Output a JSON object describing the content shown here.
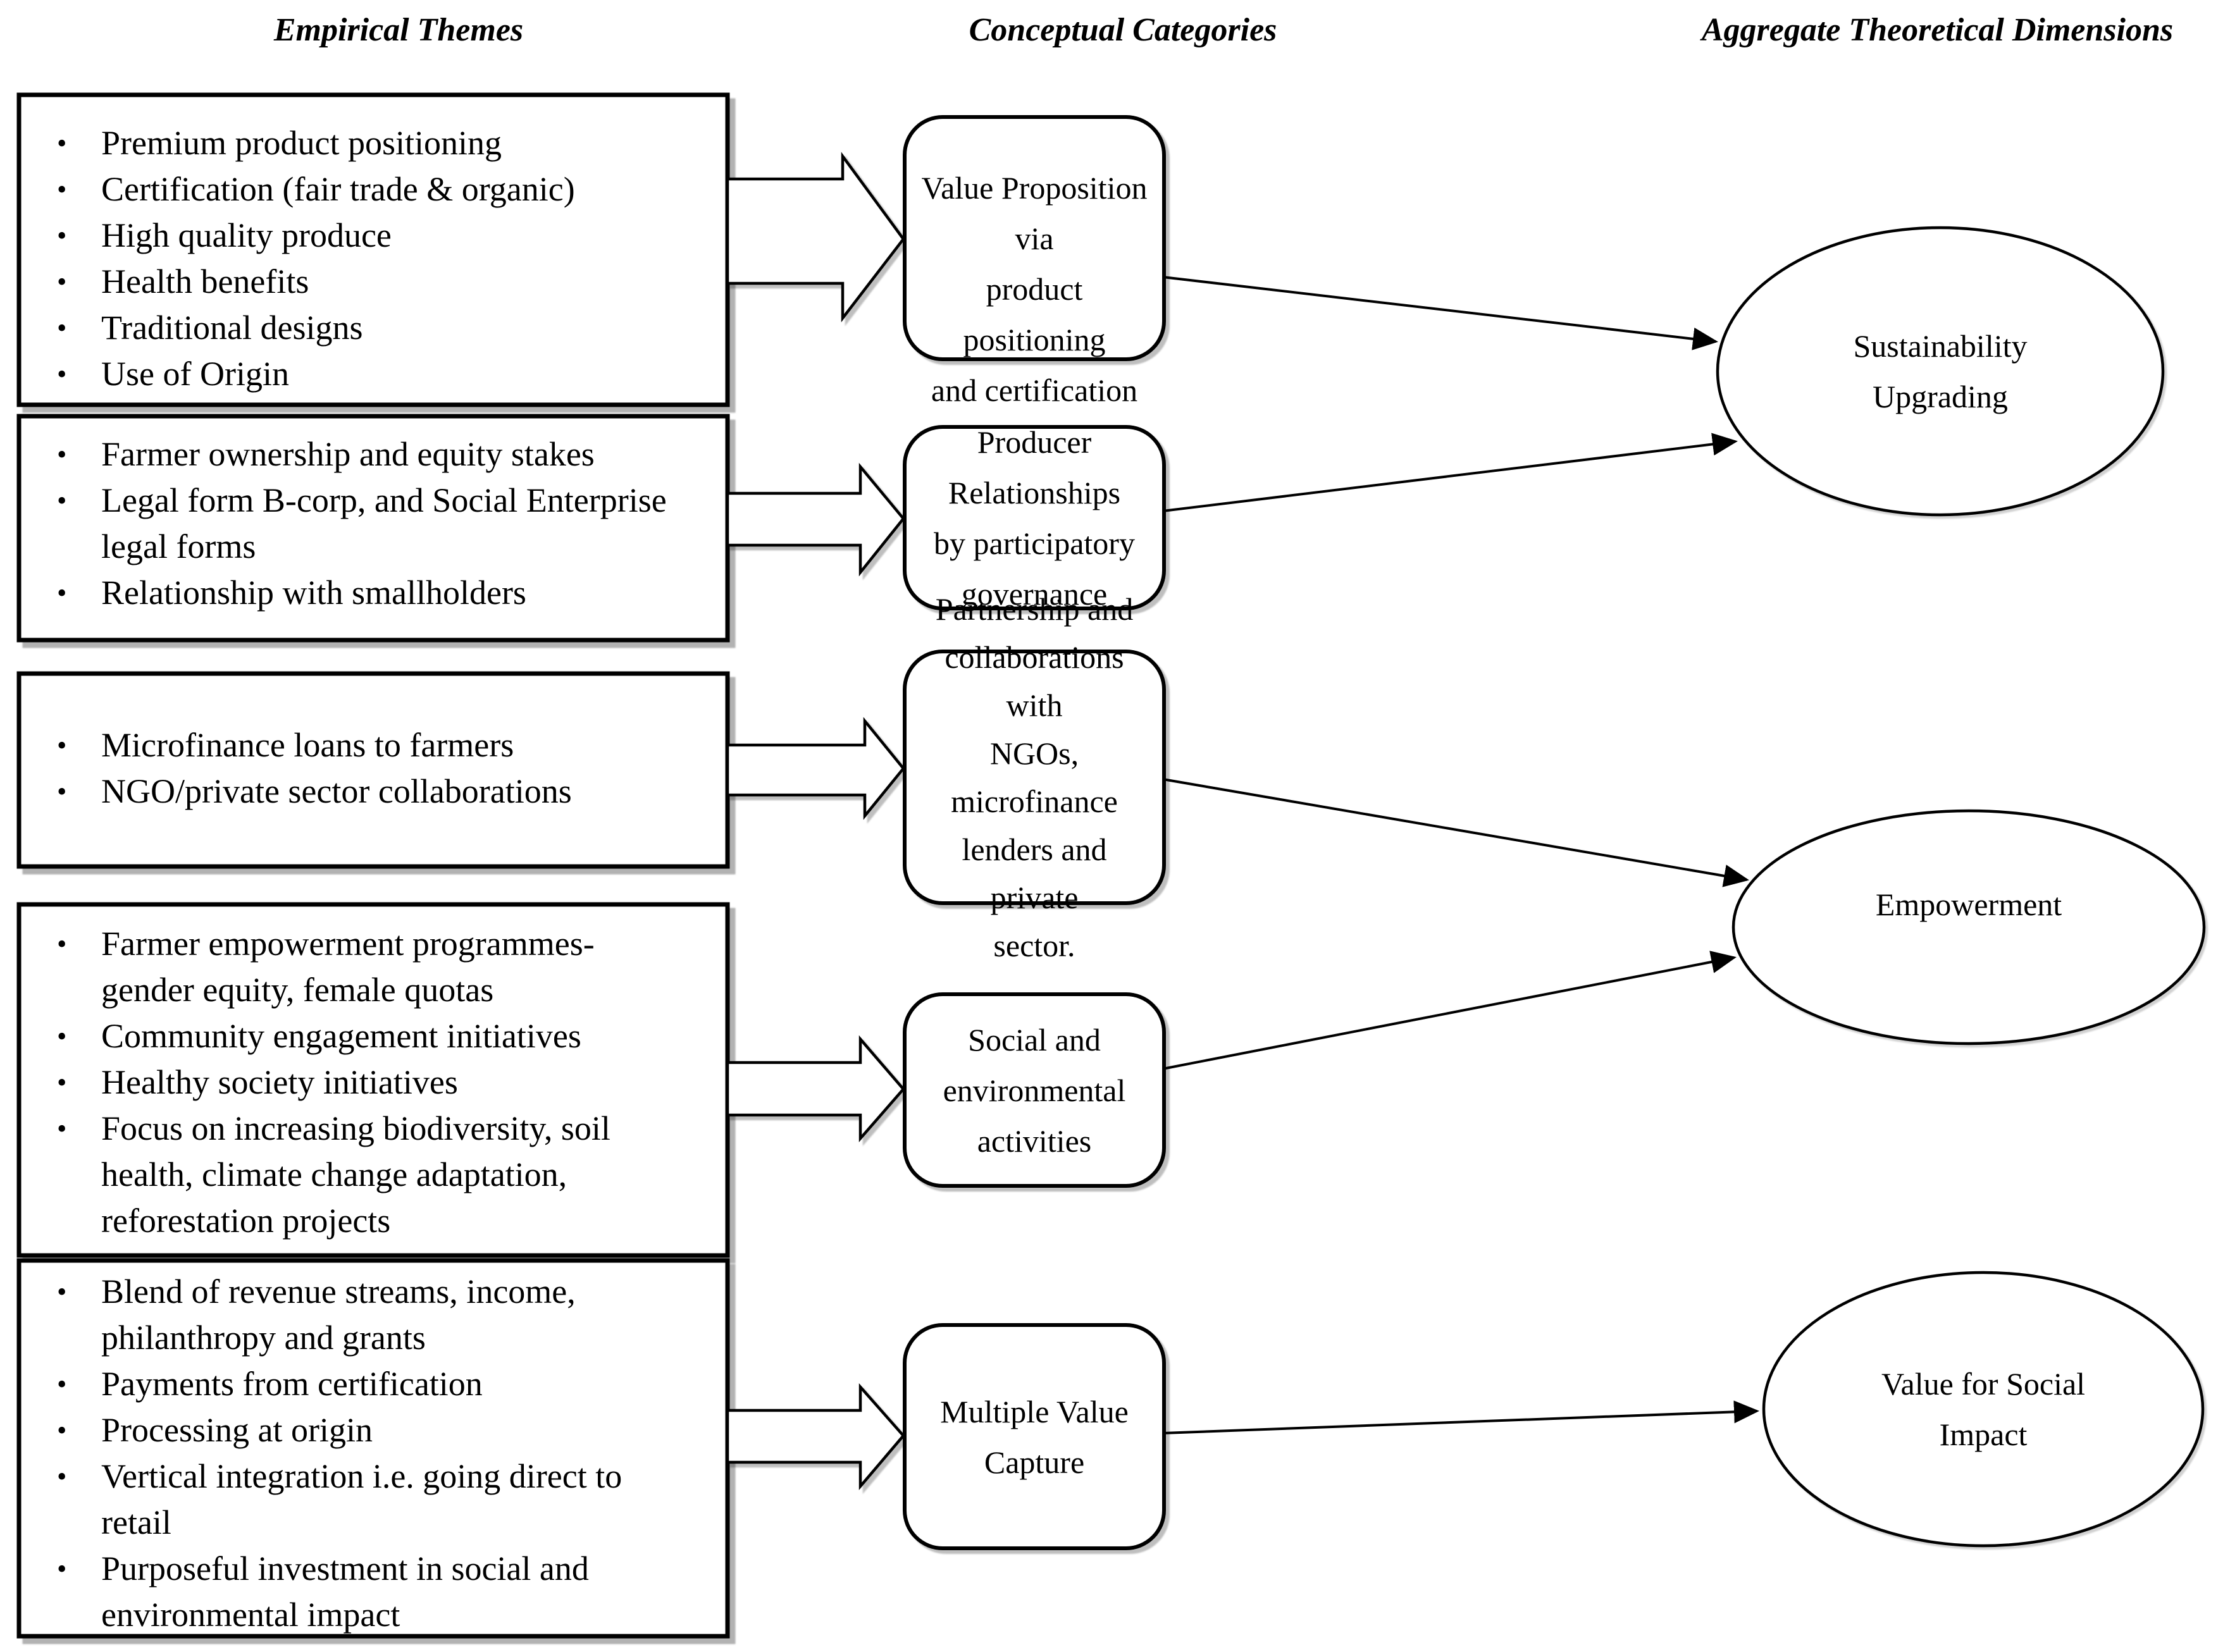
{
  "headers": [
    "Empirical Themes",
    "Conceptual Categories",
    "Aggregate Theoretical Dimensions"
  ],
  "theme_boxes": [
    {
      "items": [
        [
          "Premium product positioning"
        ],
        [
          "Certification (fair trade & organic)"
        ],
        [
          "High quality produce"
        ],
        [
          "Health benefits"
        ],
        [
          "Traditional designs"
        ],
        [
          "Use of Origin"
        ]
      ]
    },
    {
      "items": [
        [
          "Farmer ownership and equity stakes"
        ],
        [
          "Legal form B-corp, and Social Enterprise",
          "legal forms"
        ],
        [
          "Relationship with smallholders"
        ]
      ]
    },
    {
      "items": [
        [
          "Microfinance loans to farmers"
        ],
        [
          "NGO/private sector collaborations"
        ]
      ]
    },
    {
      "items": [
        [
          "Farmer empowerment programmes-",
          "gender equity,  female quotas"
        ],
        [
          "Community  engagement initiatives"
        ],
        [
          "Healthy society initiatives"
        ],
        [
          "Focus on increasing biodiversity,  soil",
          "health,  climate change adaptation,",
          "reforestation projects"
        ]
      ]
    },
    {
      "items": [
        [
          "Blend of revenue streams, income,",
          "philanthropy  and grants"
        ],
        [
          "Payments from certification"
        ],
        [
          "Processing at origin"
        ],
        [
          "Vertical integration i.e. going  direct to",
          "retail"
        ],
        [
          "Purposeful investment in social and",
          "environmental  impact"
        ]
      ]
    }
  ],
  "category_boxes": [
    {
      "lines": [
        "Value Proposition via",
        "product positioning",
        "and certification"
      ]
    },
    {
      "lines": [
        "Producer Relationships",
        "by participatory",
        "governance"
      ]
    },
    {
      "lines": [
        "Partnership and",
        "collaborations  with",
        "NGOs, microfinance",
        "lenders and private",
        "sector."
      ]
    },
    {
      "lines": [
        "Social and",
        "environmental",
        "activities"
      ]
    },
    {
      "lines": [
        "Multiple  Value",
        "Capture"
      ]
    }
  ],
  "dimension_ellipses": [
    {
      "lines": [
        "Sustainability",
        "Upgrading"
      ]
    },
    {
      "lines": [
        "Empowerment"
      ]
    },
    {
      "lines": [
        "Value for Social",
        "Impact"
      ]
    }
  ],
  "colors": {
    "ink": "#000000",
    "paper": "#ffffff"
  }
}
